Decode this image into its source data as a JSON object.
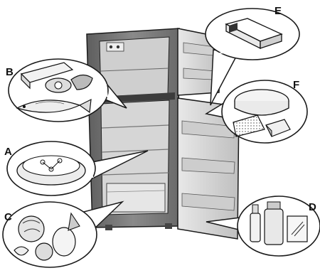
{
  "figure": {
    "callouts": [
      {
        "letter": "A",
        "content": "plate-with-food"
      },
      {
        "letter": "B",
        "content": "meat-and-fish"
      },
      {
        "letter": "C",
        "content": "fruit-and-vegetables"
      },
      {
        "letter": "D",
        "content": "bottles-and-jars"
      },
      {
        "letter": "E",
        "content": "butter-dish"
      },
      {
        "letter": "F",
        "content": "cheese"
      }
    ]
  },
  "colors": {
    "outline": "#1a1a1a",
    "fridge_body": "#7d7d7d",
    "fridge_interior": "#d8d8d8",
    "bubble_fill": "#ffffff"
  }
}
